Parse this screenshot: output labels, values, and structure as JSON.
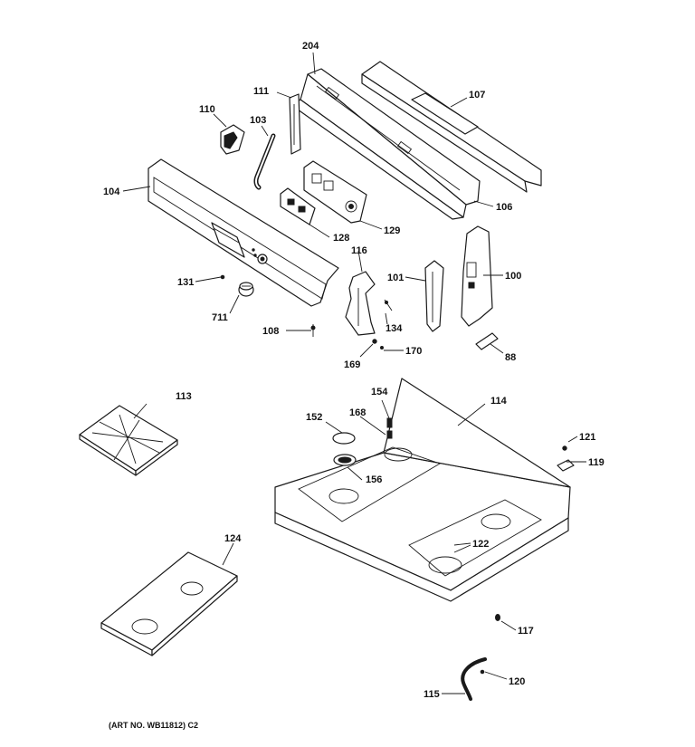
{
  "parts": [
    {
      "id": "p204",
      "label": "204"
    },
    {
      "id": "p111",
      "label": "111"
    },
    {
      "id": "p107",
      "label": "107"
    },
    {
      "id": "p110",
      "label": "110"
    },
    {
      "id": "p103",
      "label": "103"
    },
    {
      "id": "p104",
      "label": "104"
    },
    {
      "id": "p106",
      "label": "106"
    },
    {
      "id": "p129",
      "label": "129"
    },
    {
      "id": "p128",
      "label": "128"
    },
    {
      "id": "p116",
      "label": "116"
    },
    {
      "id": "p101",
      "label": "101"
    },
    {
      "id": "p100",
      "label": "100"
    },
    {
      "id": "p131",
      "label": "131"
    },
    {
      "id": "p711",
      "label": "711"
    },
    {
      "id": "p108",
      "label": "108"
    },
    {
      "id": "p134",
      "label": "134"
    },
    {
      "id": "p170",
      "label": "170"
    },
    {
      "id": "p169",
      "label": "169"
    },
    {
      "id": "p88",
      "label": "88"
    },
    {
      "id": "p113",
      "label": "113"
    },
    {
      "id": "p154",
      "label": "154"
    },
    {
      "id": "p114",
      "label": "114"
    },
    {
      "id": "p152",
      "label": "152"
    },
    {
      "id": "p168",
      "label": "168"
    },
    {
      "id": "p156",
      "label": "156"
    },
    {
      "id": "p121",
      "label": "121"
    },
    {
      "id": "p119",
      "label": "119"
    },
    {
      "id": "p122",
      "label": "122"
    },
    {
      "id": "p124",
      "label": "124"
    },
    {
      "id": "p117",
      "label": "117"
    },
    {
      "id": "p120",
      "label": "120"
    },
    {
      "id": "p115",
      "label": "115"
    }
  ],
  "art_number": "(ART NO. WB11812) C2"
}
